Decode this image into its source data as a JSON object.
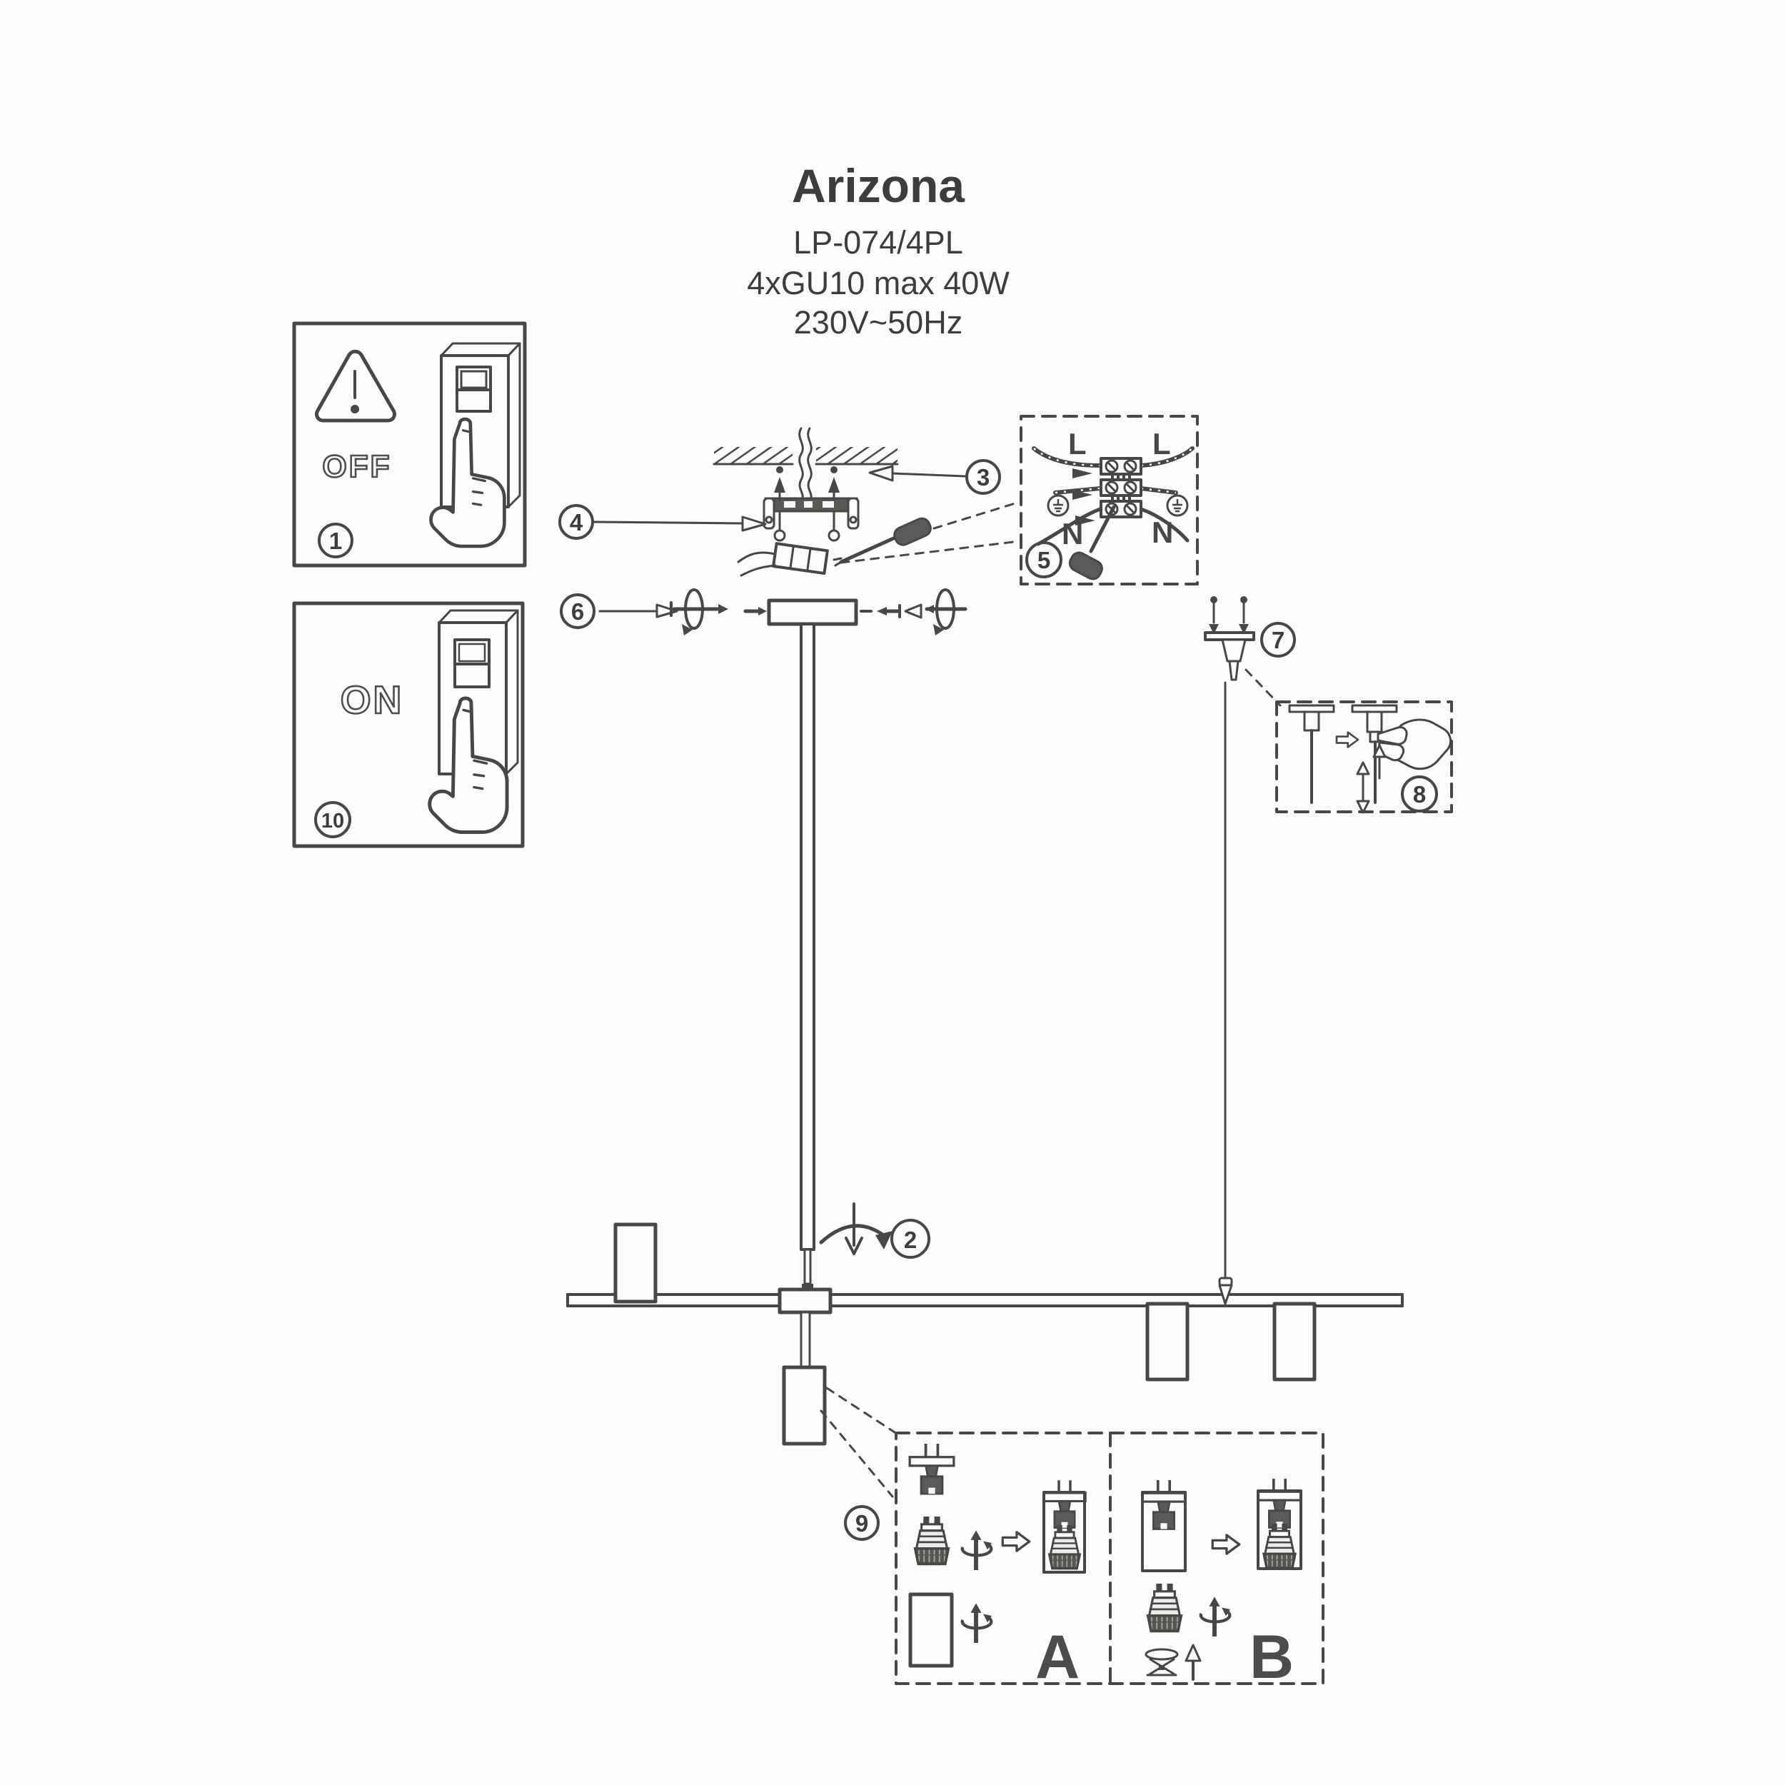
{
  "header": {
    "title": "Arizona",
    "model": "LP-074/4PL",
    "bulb_spec": "4xGU10 max 40W",
    "power_spec": "230V~50Hz"
  },
  "steps": {
    "s1": "1",
    "s2": "2",
    "s3": "3",
    "s4": "4",
    "s5": "5",
    "s6": "6",
    "s7": "7",
    "s8": "8",
    "s9": "9",
    "s10": "10"
  },
  "labels": {
    "power_off": "OFF",
    "power_on": "ON",
    "variant_a": "A",
    "variant_b": "B"
  },
  "wiring": {
    "live_left": "L",
    "live_right": "L",
    "neutral_left": "N",
    "neutral_right": "N"
  },
  "colors": {
    "ink": "#474747",
    "paper": "#fcfcfa"
  }
}
